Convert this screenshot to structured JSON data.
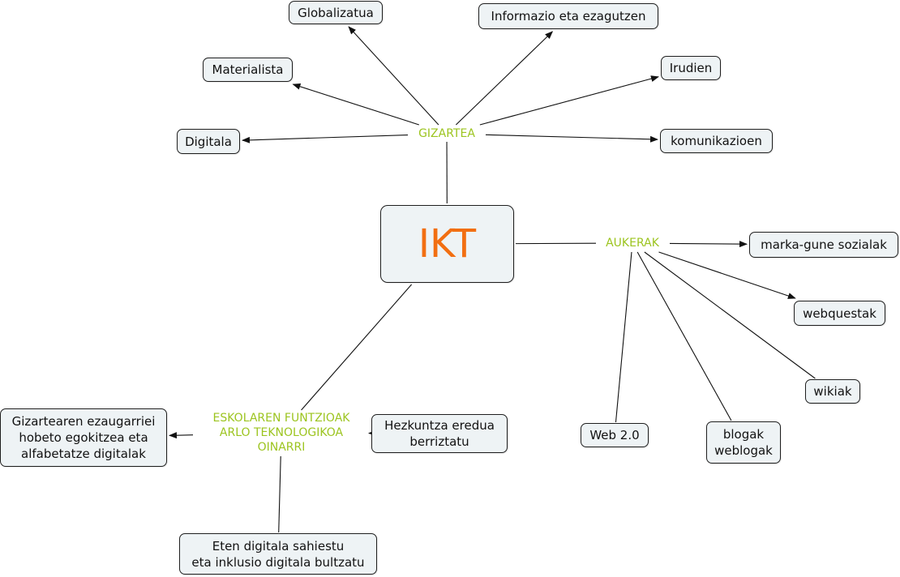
{
  "diagram": {
    "type": "concept-map",
    "colors": {
      "root_text": "#f26f12",
      "linking_phrase": "#9cc41f",
      "node_fill": "#eef3f5",
      "node_border": "#1f1f1f",
      "line": "#111111"
    },
    "root": {
      "id": "ikt",
      "label": "IKT"
    },
    "linking_phrases": [
      {
        "id": "gizartea",
        "label": "GIZARTEA"
      },
      {
        "id": "aukerak",
        "label": "AUKERAK"
      },
      {
        "id": "eskola",
        "label": "ESKOLAREN FUNTZIOAK\nARLO TEKNOLOGIKOA\nOINARRI"
      }
    ],
    "concepts": [
      {
        "id": "globalizatua",
        "label": "Globalizatua"
      },
      {
        "id": "informazio",
        "label": "Informazio eta ezagutzen"
      },
      {
        "id": "materialista",
        "label": "Materialista"
      },
      {
        "id": "irudien",
        "label": "Irudien"
      },
      {
        "id": "digitala",
        "label": "Digitala"
      },
      {
        "id": "komunikazioen",
        "label": "komunikazioen"
      },
      {
        "id": "marka",
        "label": "marka-gune sozialak"
      },
      {
        "id": "webquestak",
        "label": "webquestak"
      },
      {
        "id": "wikiak",
        "label": "wikiak"
      },
      {
        "id": "web20",
        "label": "Web 2.0"
      },
      {
        "id": "blogak",
        "label": "blogak\nweblogak"
      },
      {
        "id": "gizartearen",
        "label": "Gizartearen ezaugarriei\nhobeto egokitzea eta\nalfabetatze digitalak"
      },
      {
        "id": "hezkuntza",
        "label": "Hezkuntza eredua\nberriztatu"
      },
      {
        "id": "eten",
        "label": "Eten digitala sahiestu\neta inklusio digitala bultzatu"
      }
    ],
    "connections": [
      {
        "from": "ikt",
        "to": "gizartea",
        "arrow": false
      },
      {
        "from": "gizartea",
        "to": "globalizatua",
        "arrow": true
      },
      {
        "from": "gizartea",
        "to": "informazio",
        "arrow": true
      },
      {
        "from": "gizartea",
        "to": "materialista",
        "arrow": true
      },
      {
        "from": "gizartea",
        "to": "irudien",
        "arrow": true
      },
      {
        "from": "gizartea",
        "to": "digitala",
        "arrow": true
      },
      {
        "from": "gizartea",
        "to": "komunikazioen",
        "arrow": true
      },
      {
        "from": "ikt",
        "to": "aukerak",
        "arrow": false
      },
      {
        "from": "aukerak",
        "to": "marka",
        "arrow": true
      },
      {
        "from": "aukerak",
        "to": "webquestak",
        "arrow": true
      },
      {
        "from": "aukerak",
        "to": "wikiak",
        "arrow": false
      },
      {
        "from": "aukerak",
        "to": "web20",
        "arrow": false
      },
      {
        "from": "aukerak",
        "to": "blogak",
        "arrow": false
      },
      {
        "from": "ikt",
        "to": "eskola",
        "arrow": false
      },
      {
        "from": "eskola",
        "to": "gizartearen",
        "arrow": true
      },
      {
        "from": "eskola",
        "to": "hezkuntza",
        "arrow": true
      },
      {
        "from": "eskola",
        "to": "eten",
        "arrow": false
      }
    ]
  }
}
